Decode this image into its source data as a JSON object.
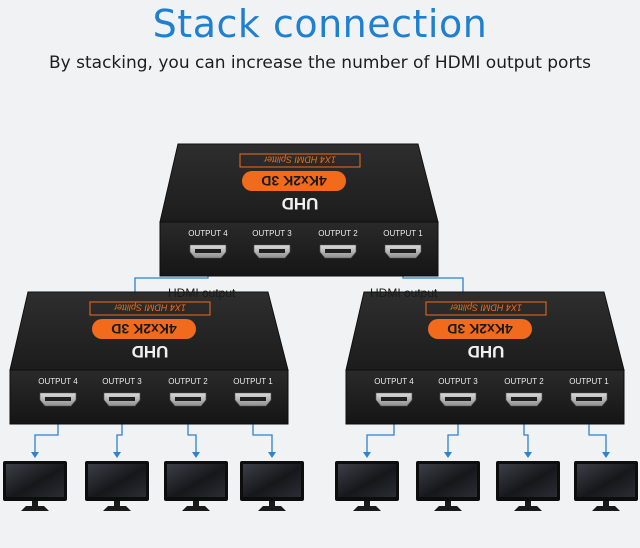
{
  "title": "Stack connection",
  "subtitle": "By stacking, you can increase the number of HDMI output ports",
  "colors": {
    "accent": "#1f7fd0",
    "device_body": "#222222",
    "badge": "#f26a1b",
    "badge_text": "#1a1a1a",
    "wire": "#2b84cf"
  },
  "device": {
    "badge_text": "4Kx2K 3D",
    "brand_text": "UHD",
    "model_text": "1X4 HDMI Splitter",
    "ports": [
      "OUTPUT 4",
      "OUTPUT 3",
      "OUTPUT 2",
      "OUTPUT 1"
    ]
  },
  "connections": {
    "left_label": "HDMI output",
    "right_label": "HDMI output"
  },
  "monitor_count": 8
}
